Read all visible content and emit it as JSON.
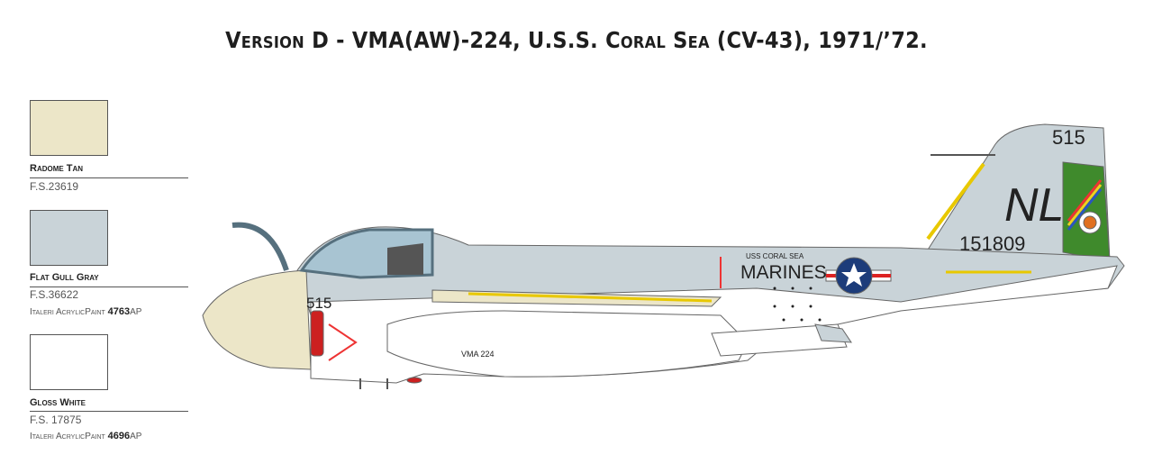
{
  "title": "Version D - VMA(AW)-224, U.S.S. Coral Sea (CV-43), 1971/’72.",
  "colors": [
    {
      "name": "Radome Tan",
      "fs": "F.S.23619",
      "acrylic_label": "",
      "acrylic_code": "",
      "acrylic_suffix": "",
      "hex": "#ece6c8"
    },
    {
      "name": "Flat Gull Gray",
      "fs": "F.S.36622",
      "acrylic_label": "Italeri AcrylicPaint",
      "acrylic_code": "4763",
      "acrylic_suffix": "AP",
      "hex": "#c9d3d8"
    },
    {
      "name": "Gloss White",
      "fs": "F.S. 17875",
      "acrylic_label": "Italeri AcrylicPaint",
      "acrylic_code": "4696",
      "acrylic_suffix": "AP",
      "hex": "#ffffff"
    }
  ],
  "aircraft": {
    "modex_nose": "515",
    "modex_tail": "515",
    "tail_code": "NL",
    "bureau_number": "151809",
    "service": "MARINES",
    "ship": "USS CORAL SEA",
    "squadron": "VMA 224"
  }
}
